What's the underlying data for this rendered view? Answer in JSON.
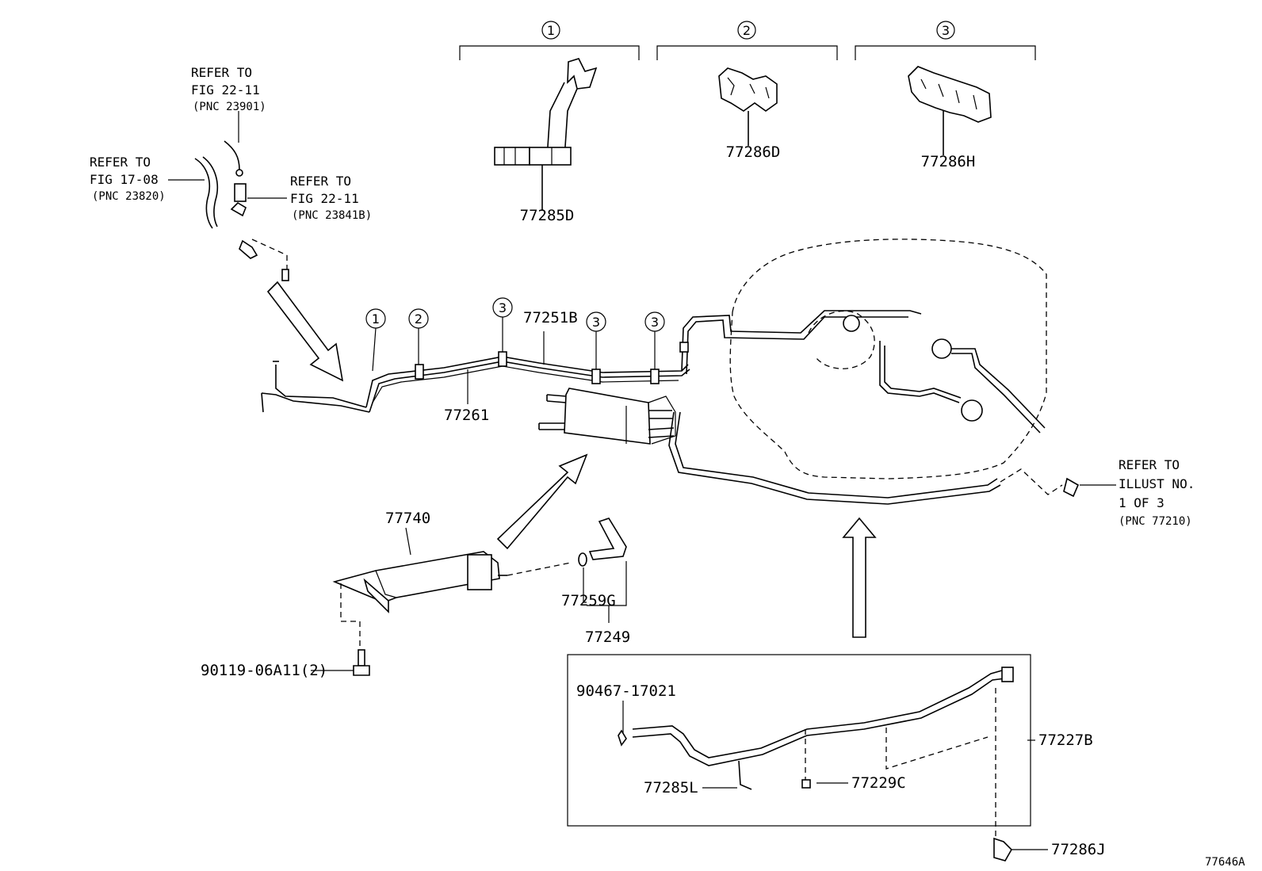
{
  "groups": [
    {
      "number": "1",
      "part": "77285D"
    },
    {
      "number": "2",
      "part": "77286D"
    },
    {
      "number": "3",
      "part": "77286H"
    }
  ],
  "refs": {
    "fig22_11_top": {
      "line1": "REFER TO",
      "line2": "FIG 22-11",
      "pnc": "(PNC 23901)"
    },
    "fig17_08": {
      "line1": "REFER TO",
      "line2": "FIG 17-08",
      "pnc": "(PNC 23820)"
    },
    "fig22_11_side": {
      "line1": "REFER TO",
      "line2": "FIG 22-11",
      "pnc": "(PNC 23841B)"
    },
    "illust": {
      "line1": "REFER TO",
      "line2": "ILLUST NO.",
      "line3": "1 OF 3",
      "pnc": "(PNC 77210)"
    }
  },
  "clamp_callouts": [
    "1",
    "2",
    "3",
    "3",
    "3"
  ],
  "parts": {
    "tube": "77251B",
    "hose": "77261",
    "canister": "77740",
    "ring": "77259G",
    "hose_assy": "77249",
    "bolt": "90119-06A11(2)",
    "clip": "90467-17021",
    "pipe": "77227B",
    "bracket": "77285L",
    "clamp_c": "77229C",
    "clamp_j": "77286J"
  },
  "figure_id": "77646A"
}
